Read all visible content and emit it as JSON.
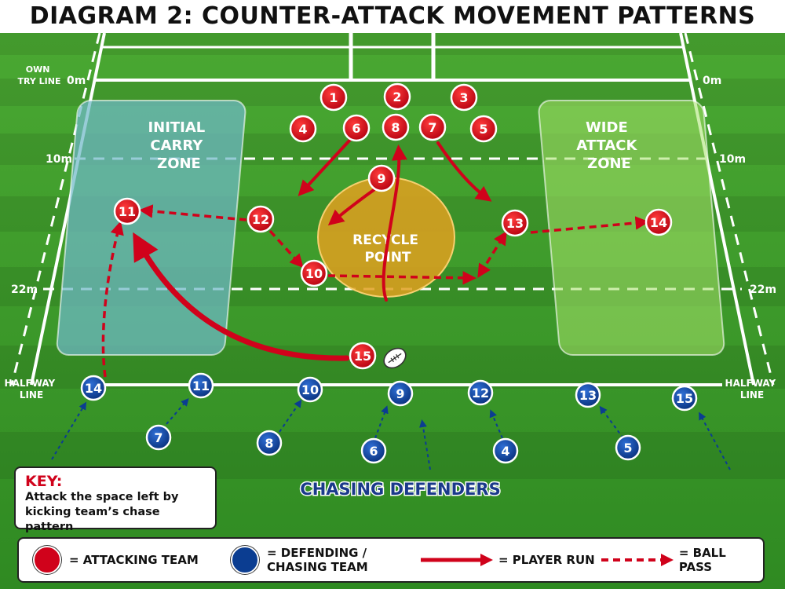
{
  "title": "DIAGRAM 2: COUNTER-ATTACK MOVEMENT PATTERNS",
  "pitch_labels": {
    "own_try_line": [
      "OWN",
      "TRY LINE"
    ],
    "zero_left": "0m",
    "zero_right": "0m",
    "ten_left": "10m",
    "ten_right": "10m",
    "twentytwo_left": "22m",
    "twentytwo_right": "22m",
    "halfway_left": [
      "HALFWAY",
      "LINE"
    ],
    "halfway_right": [
      "HALFWAY",
      "LINE"
    ]
  },
  "zones": {
    "initial": [
      "INITIAL",
      "CARRY",
      "ZONE"
    ],
    "wide": [
      "WIDE",
      "ATTACK",
      "ZONE"
    ],
    "recycle": [
      "RECYCLE",
      "POINT"
    ]
  },
  "attackers": [
    {
      "id": "a1",
      "num": "1"
    },
    {
      "id": "a2",
      "num": "2"
    },
    {
      "id": "a3",
      "num": "3"
    },
    {
      "id": "a4",
      "num": "4"
    },
    {
      "id": "a6",
      "num": "6"
    },
    {
      "id": "a8",
      "num": "8"
    },
    {
      "id": "a7",
      "num": "7"
    },
    {
      "id": "a5",
      "num": "5"
    },
    {
      "id": "a9",
      "num": "9"
    },
    {
      "id": "a11",
      "num": "11"
    },
    {
      "id": "a12",
      "num": "12"
    },
    {
      "id": "a10",
      "num": "10"
    },
    {
      "id": "a13",
      "num": "13"
    },
    {
      "id": "a14",
      "num": "14"
    },
    {
      "id": "a15",
      "num": "15"
    }
  ],
  "defenders": [
    {
      "id": "d14",
      "num": "14"
    },
    {
      "id": "d11",
      "num": "11"
    },
    {
      "id": "d10",
      "num": "10"
    },
    {
      "id": "d9",
      "num": "9"
    },
    {
      "id": "d12",
      "num": "12"
    },
    {
      "id": "d13",
      "num": "13"
    },
    {
      "id": "d15",
      "num": "15"
    },
    {
      "id": "d7",
      "num": "7"
    },
    {
      "id": "d8",
      "num": "8"
    },
    {
      "id": "d6",
      "num": "6"
    },
    {
      "id": "d4",
      "num": "4"
    },
    {
      "id": "d5",
      "num": "5"
    }
  ],
  "chasing_label": "CHASING DEFENDERS",
  "key": {
    "title": "KEY:",
    "lines": [
      "Attack the space left by",
      "kicking team’s chase pattern"
    ]
  },
  "legend": {
    "attacking": "= ATTACKING TEAM",
    "defending": [
      "= DEFENDING /",
      "CHASING TEAM"
    ],
    "run": "= PLAYER RUN",
    "pass": "= BALL PASS"
  },
  "colors": {
    "attack_red": "#d0021b",
    "defend_blue": "#0b3d91",
    "grass": "#3f9a2a",
    "initial_zone": "#6fb8c8",
    "wide_zone": "#a6e26a",
    "recycle_zone": "#e0a020",
    "chase_text": "#1a3a8a"
  }
}
